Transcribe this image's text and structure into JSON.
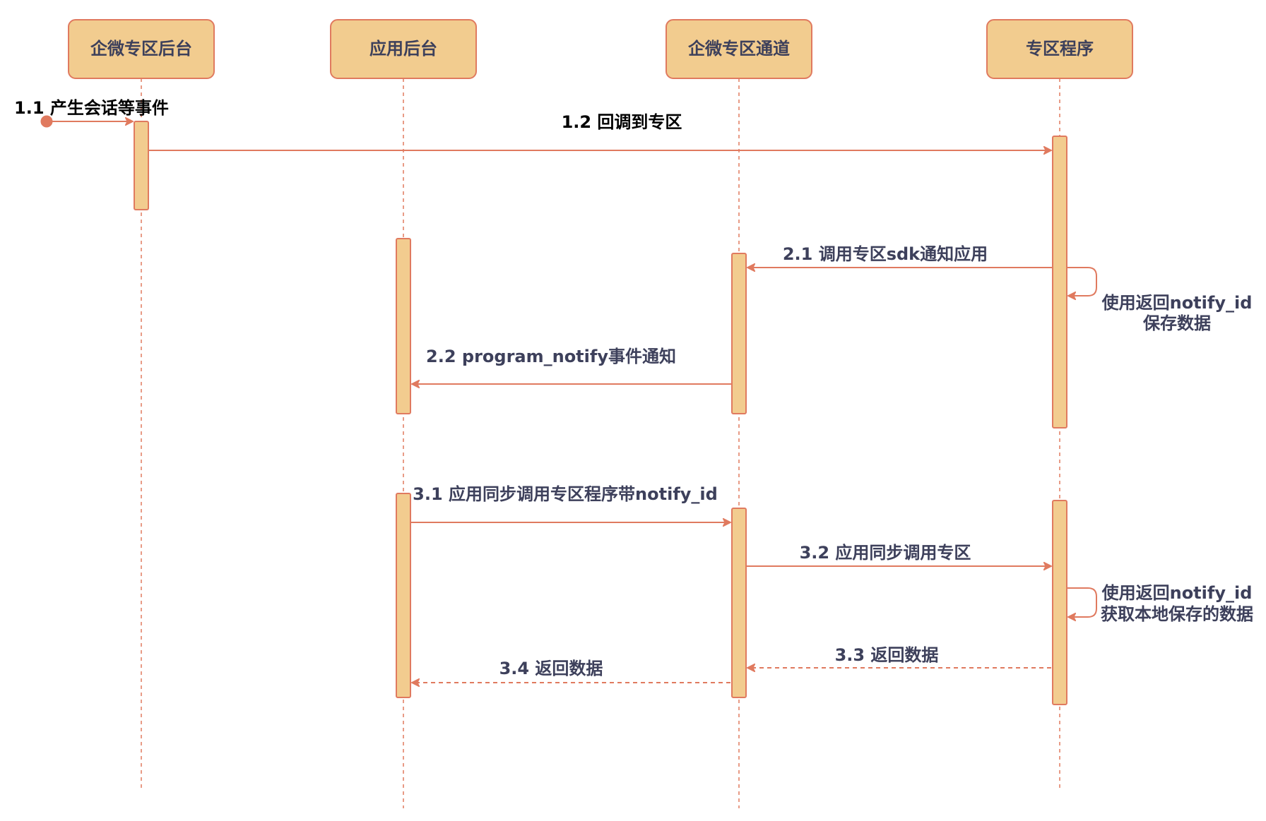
{
  "actors": [
    {
      "label": "企微专区后台"
    },
    {
      "label": "应用后台"
    },
    {
      "label": "企微专区通道"
    },
    {
      "label": "专区程序"
    }
  ],
  "messages": {
    "m1_1": "1.1 产生会话等事件",
    "m1_2": "1.2 回调到专区",
    "m2_1": "2.1 调用专区sdk通知应用",
    "m2_2": "2.2 program_notify事件通知",
    "m3_1": "3.1 应用同步调用专区程序带notify_id",
    "m3_2": "3.2 应用同步调用专区",
    "m3_3": "3.3 返回数据",
    "m3_4": "3.4 返回数据"
  },
  "notes": {
    "self1_line1": "使用返回notify_id",
    "self1_line2": "保存数据",
    "self2_line1": "使用返回notify_id",
    "self2_line2": "获取本地保存的数据"
  },
  "colors": {
    "accent": "#e07a5f",
    "fill": "#f2cc8f",
    "text": "#3d405b"
  }
}
